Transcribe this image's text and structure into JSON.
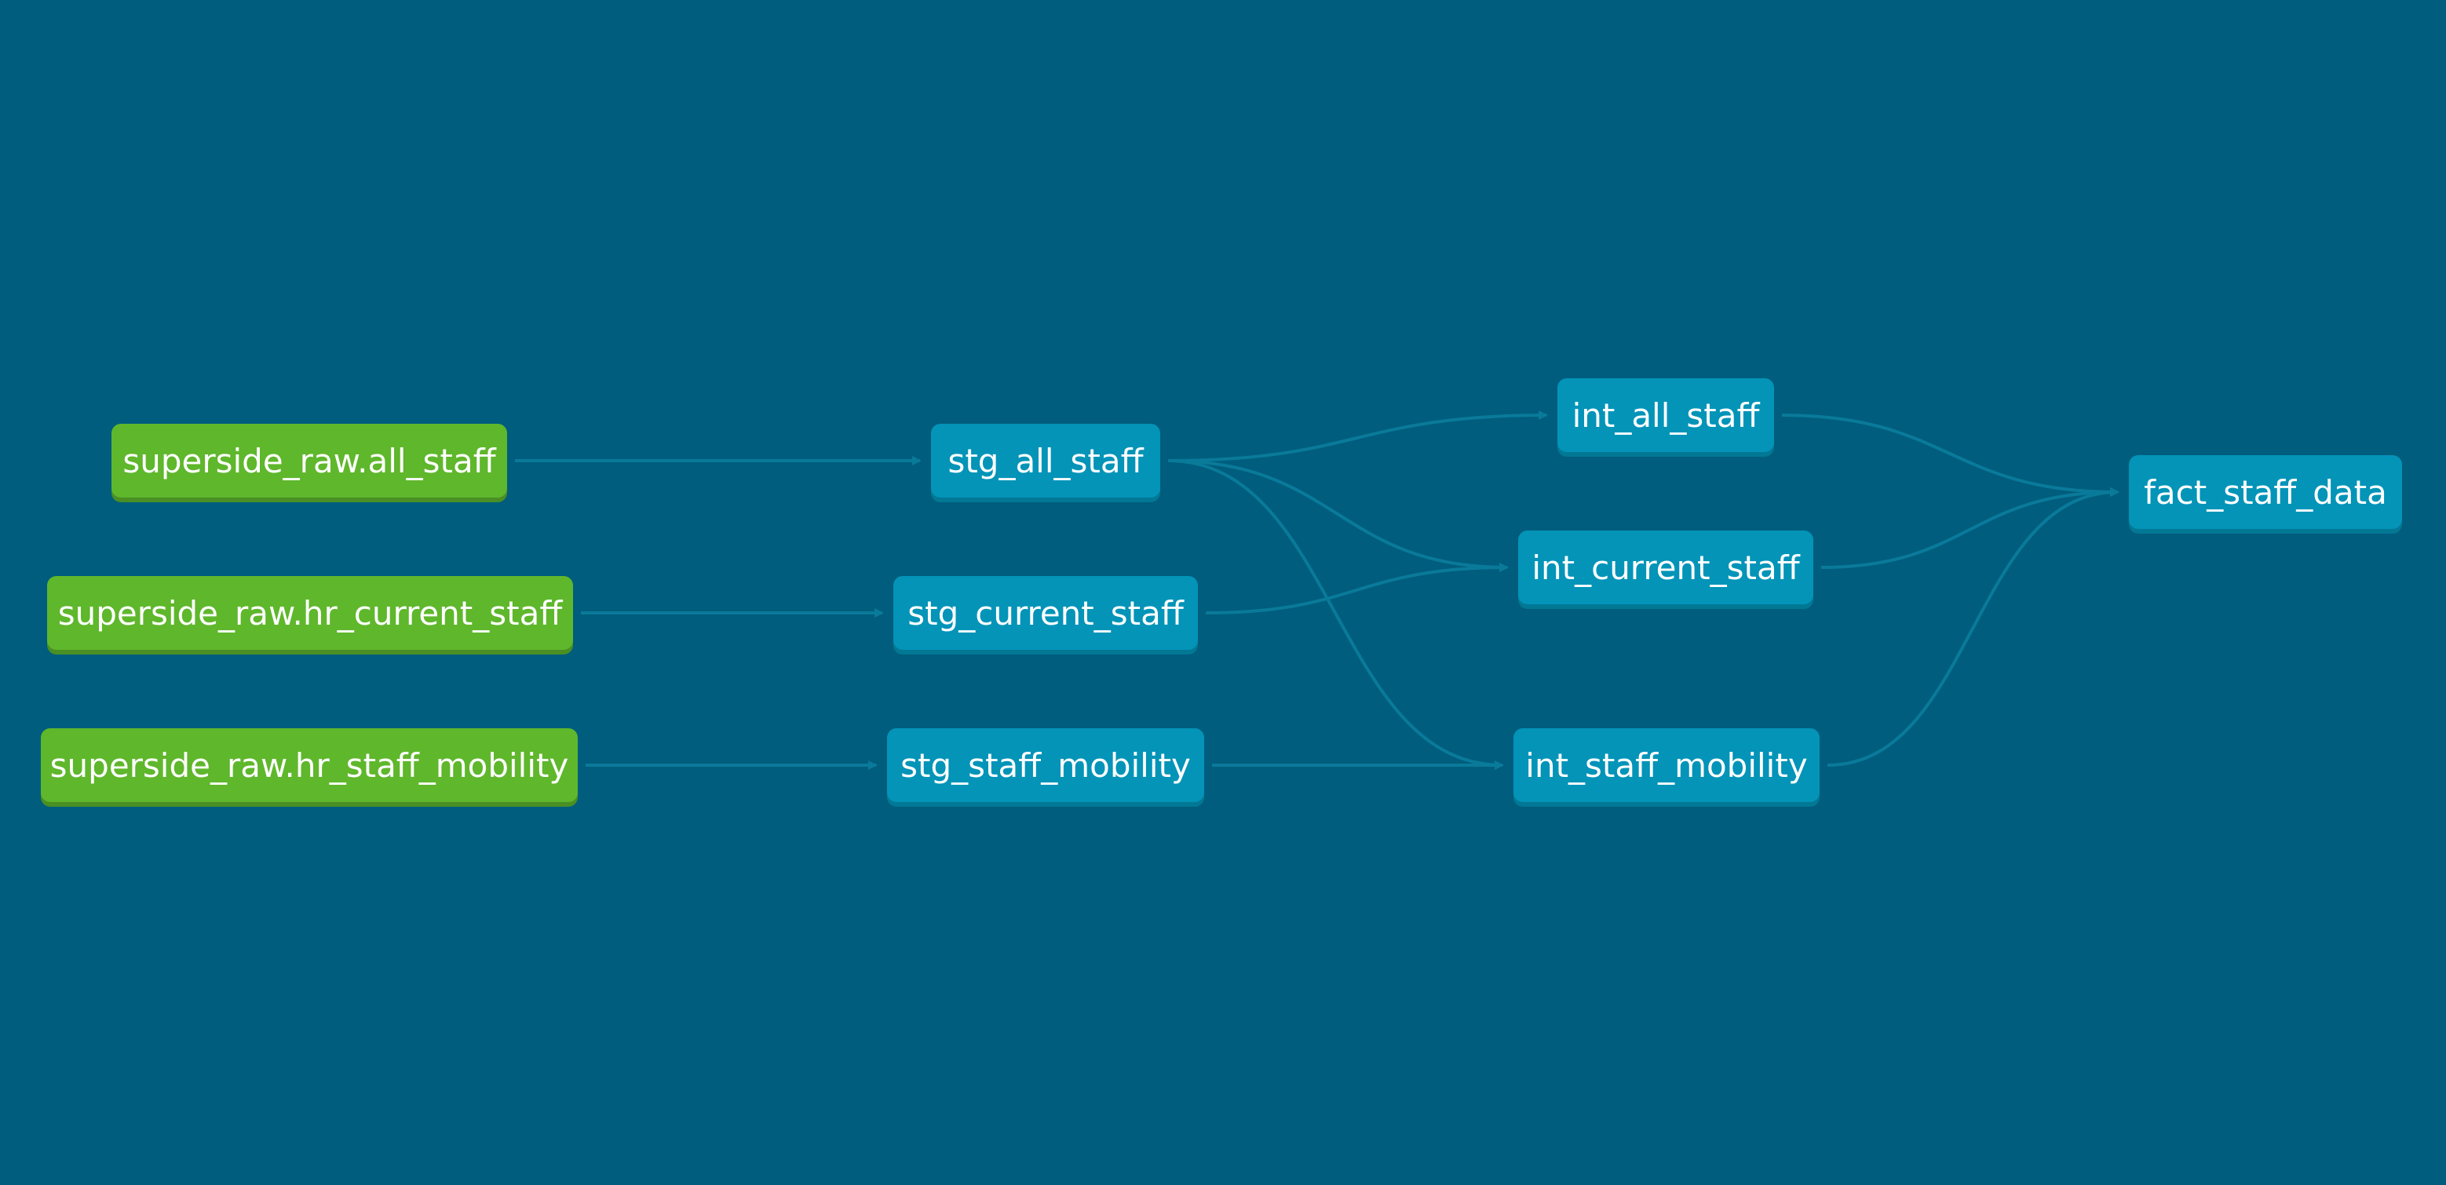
{
  "colors": {
    "background": "#005d7d",
    "source_node": "#5fb72c",
    "model_node": "#0394b8",
    "edge": "#0a7a9a"
  },
  "nodes": {
    "raw_all_staff": {
      "label": "superside_raw.all_staff",
      "kind": "source"
    },
    "raw_hr_current_staff": {
      "label": "superside_raw.hr_current_staff",
      "kind": "source"
    },
    "raw_hr_staff_mobility": {
      "label": "superside_raw.hr_staff_mobility",
      "kind": "source"
    },
    "stg_all_staff": {
      "label": "stg_all_staff",
      "kind": "model"
    },
    "stg_current_staff": {
      "label": "stg_current_staff",
      "kind": "model"
    },
    "stg_staff_mobility": {
      "label": "stg_staff_mobility",
      "kind": "model"
    },
    "int_all_staff": {
      "label": "int_all_staff",
      "kind": "model"
    },
    "int_current_staff": {
      "label": "int_current_staff",
      "kind": "model"
    },
    "int_staff_mobility": {
      "label": "int_staff_mobility",
      "kind": "model"
    },
    "fact_staff_data": {
      "label": "fact_staff_data",
      "kind": "model"
    }
  },
  "edges": [
    {
      "from": "raw_all_staff",
      "to": "stg_all_staff"
    },
    {
      "from": "raw_hr_current_staff",
      "to": "stg_current_staff"
    },
    {
      "from": "raw_hr_staff_mobility",
      "to": "stg_staff_mobility"
    },
    {
      "from": "stg_all_staff",
      "to": "int_all_staff"
    },
    {
      "from": "stg_all_staff",
      "to": "int_current_staff"
    },
    {
      "from": "stg_all_staff",
      "to": "int_staff_mobility"
    },
    {
      "from": "stg_current_staff",
      "to": "int_current_staff"
    },
    {
      "from": "stg_staff_mobility",
      "to": "int_staff_mobility"
    },
    {
      "from": "int_all_staff",
      "to": "fact_staff_data"
    },
    {
      "from": "int_current_staff",
      "to": "fact_staff_data"
    },
    {
      "from": "int_staff_mobility",
      "to": "fact_staff_data"
    }
  ]
}
